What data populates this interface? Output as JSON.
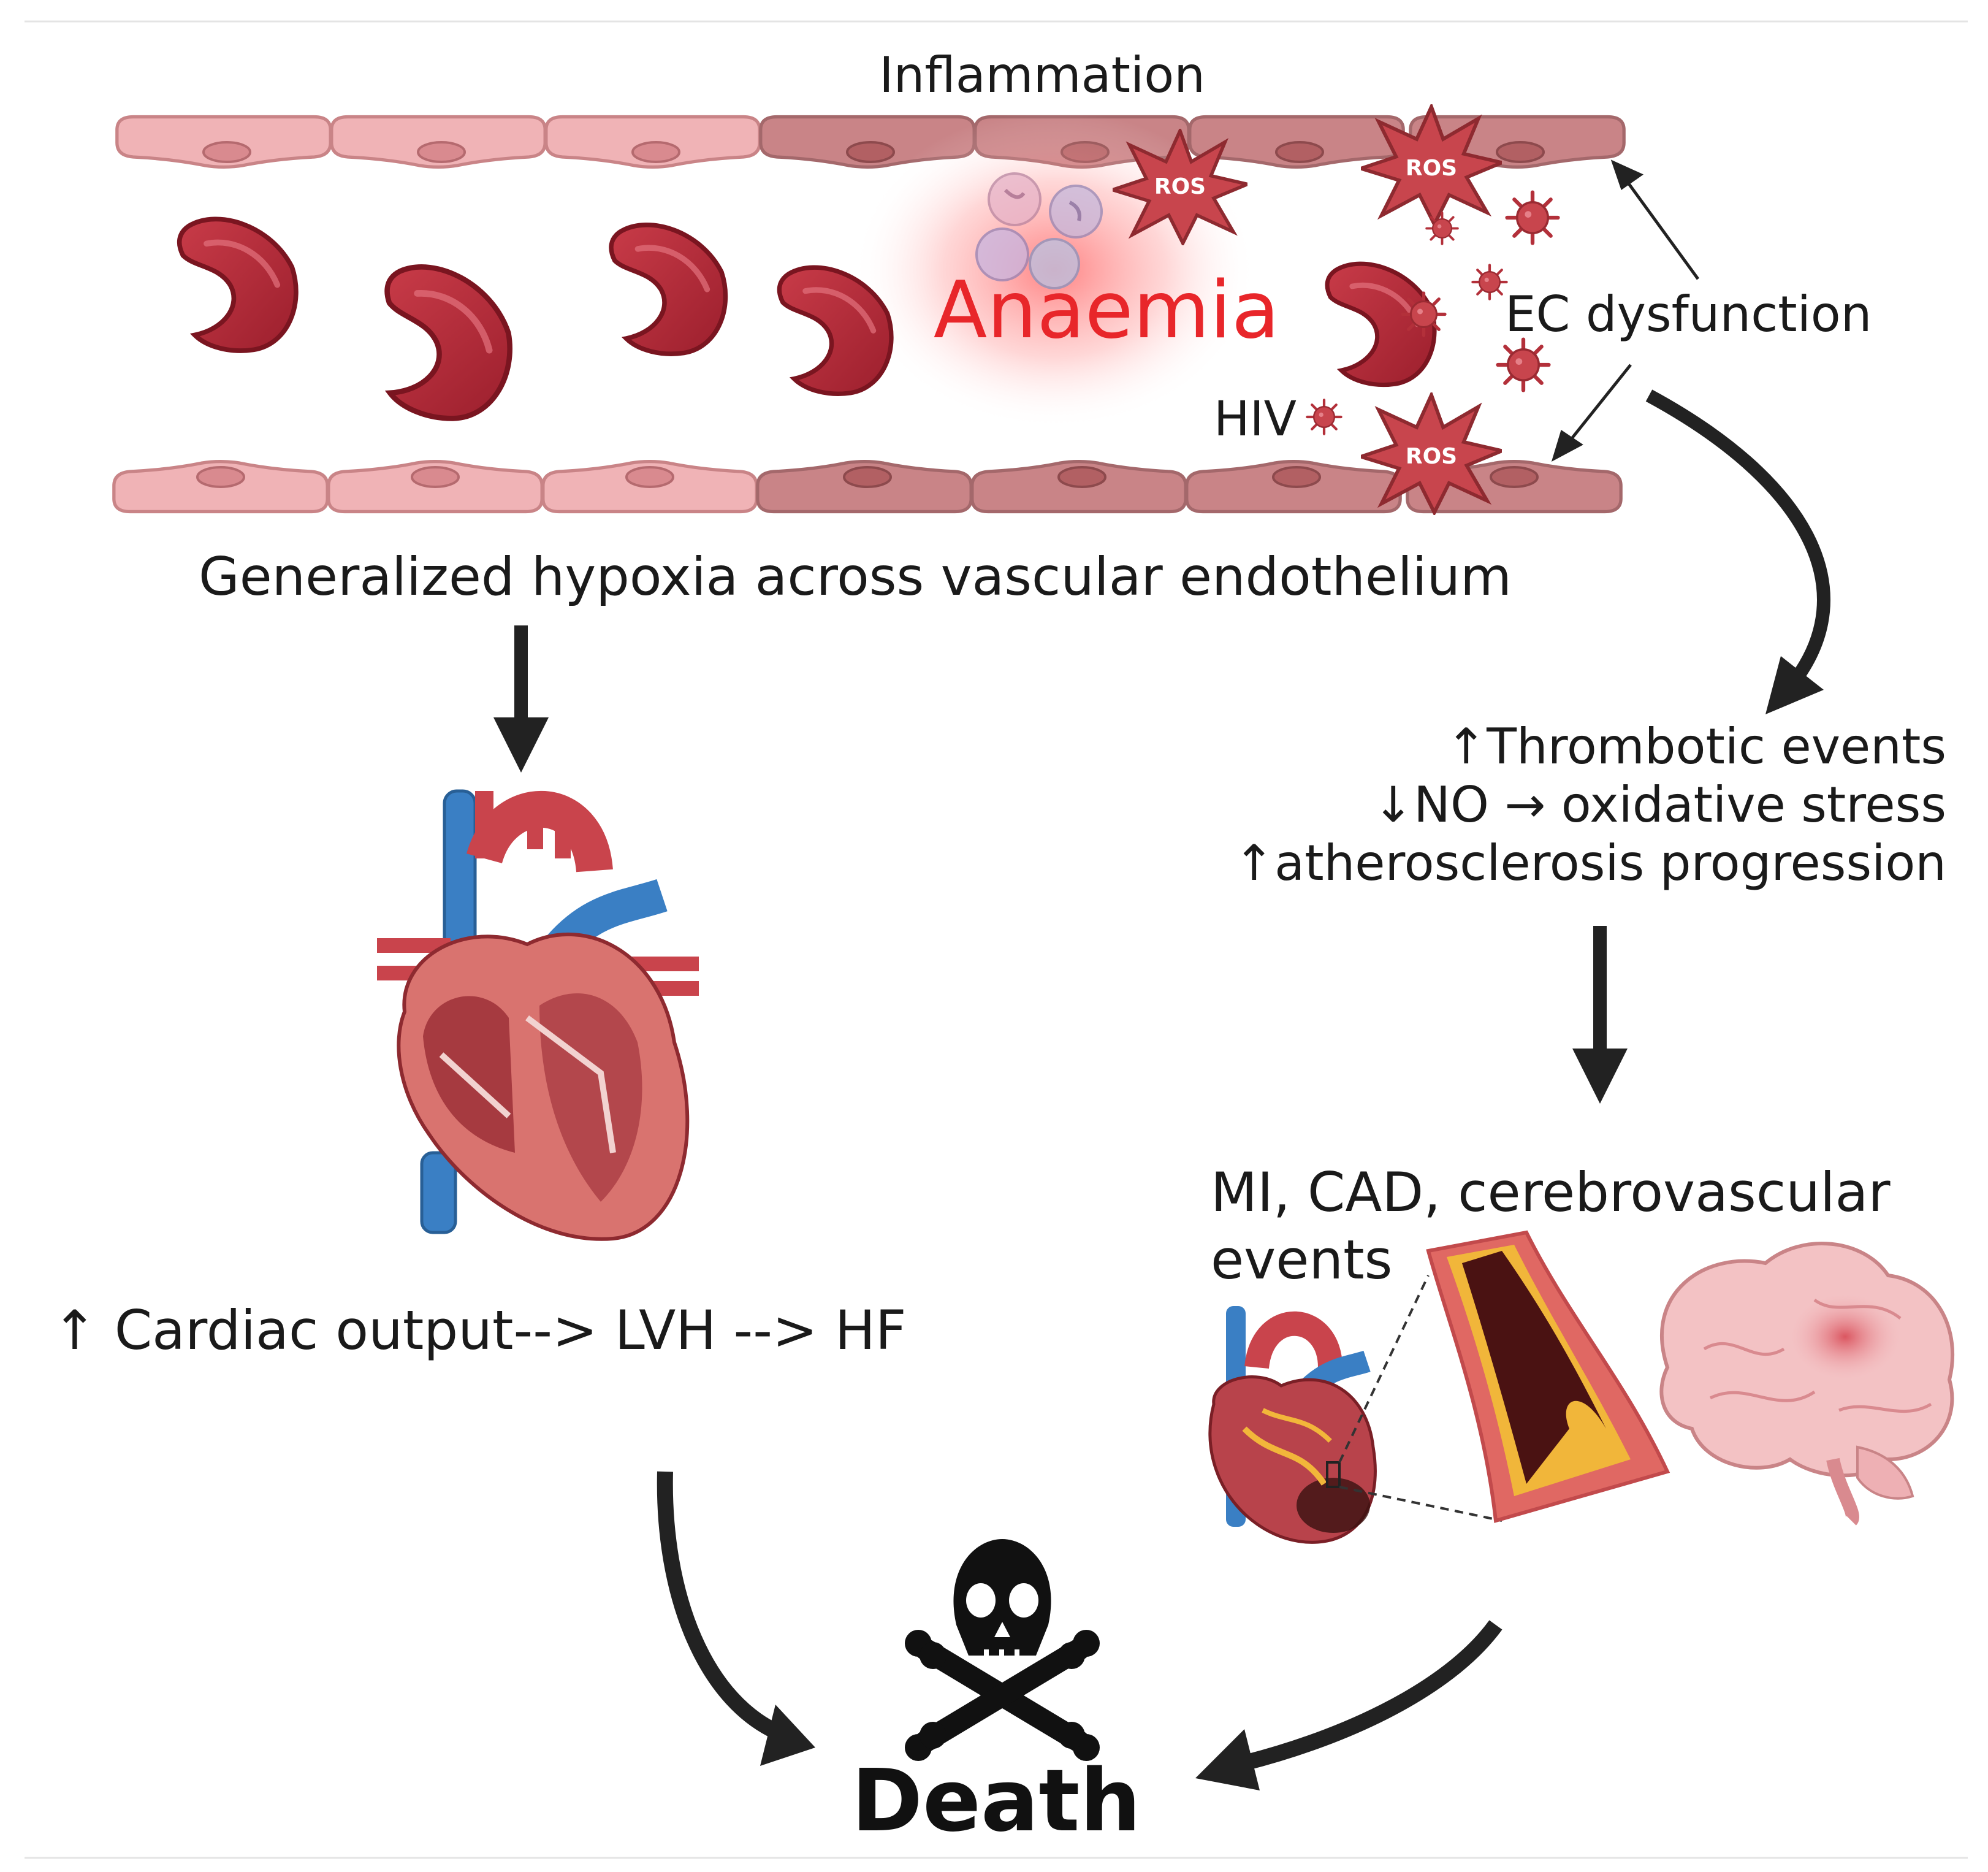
{
  "labels": {
    "inflammation": "Inflammation",
    "anaemia": "Anaemia",
    "ec_dysfunction": "EC dysfunction",
    "hiv": "HIV",
    "ros": "ROS",
    "hypoxia": "Generalized hypoxia across vascular endothelium",
    "thrombotic": "↑Thrombotic events",
    "no_stress": "↓NO → oxidative stress",
    "atherosclerosis": "↑atherosclerosis progression",
    "cardiac": "↑ Cardiac output--> LVH --> HF",
    "mi_line1": "MI, CAD, cerebrovascular",
    "mi_line2": "events",
    "death": "Death"
  },
  "icons": {
    "rbc": "red-blood-cell-icon",
    "virus": "virus-icon",
    "ros": "ros-starburst-icon",
    "leukocyte": "leukocyte-icon",
    "heart": "heart-anatomy-icon",
    "artery": "atherosclerotic-artery-icon",
    "brain": "brain-icon",
    "skull": "skull-crossbones-icon"
  },
  "colors": {
    "anaemia_text": "#e8262a",
    "rbc": "#b8303e",
    "endothelium_light": "#f0b3b6",
    "endothelium_dark": "#c98487",
    "ros": "#c8454d",
    "arrow": "#222222",
    "vein_blue": "#3a7fc4",
    "heart_red": "#c9444c"
  }
}
